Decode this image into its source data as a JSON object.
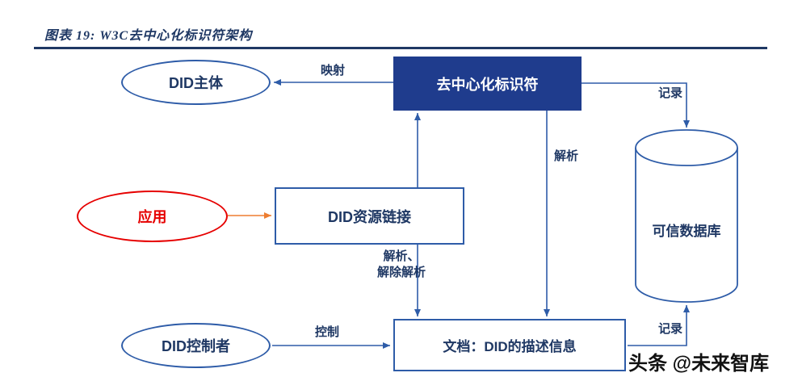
{
  "header": {
    "title": "图表 19: W3C去中心化标识符架构"
  },
  "colors": {
    "navy_fill": "#1F3C8D",
    "navy_text": "#1F3864",
    "line_blue": "#2E5CA8",
    "red": "#E60000",
    "orange": "#ED7D31"
  },
  "diagram": {
    "nodes": {
      "decentralized_identifier": "去中心化标识符",
      "did_subject": "DID主体",
      "application": "应用",
      "did_resource_link": "DID资源链接",
      "trusted_database": "可信数据库",
      "did_controller": "DID控制者",
      "did_document": "文档：DID的描述信息"
    },
    "edge_labels": {
      "mapping": "映射",
      "record_top": "记录",
      "resolve": "解析",
      "resolve_deresolve": "解析、\n解除解析",
      "control": "控制",
      "record_bottom": "记录"
    }
  },
  "watermark": "头条 @未来智库"
}
